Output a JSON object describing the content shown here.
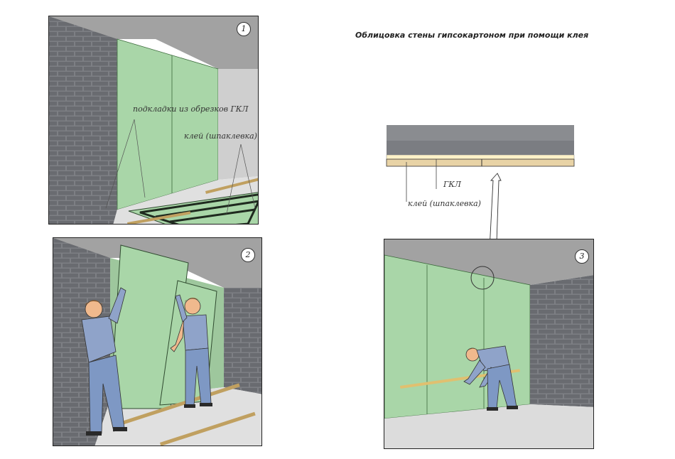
{
  "title": "Облицовка стены гипсокартоном при помощи клея",
  "steps": [
    {
      "number": "1",
      "labels": {
        "shims": "подкладки из обрезков ГКЛ",
        "glue": "клей (шпаклевка)"
      }
    },
    {
      "number": "2"
    },
    {
      "number": "3"
    }
  ],
  "detail": {
    "board_label": "ГКЛ",
    "glue_label": "клей (шпаклевка)"
  },
  "colors": {
    "brick": "#7d7f84",
    "mortar": "#c4c6c9",
    "board": "#a9d6a8",
    "ceiling": "#9a9a9a",
    "floor": "#d6d6d6",
    "shirt": "#8fa3c9",
    "skin": "#f0b98d"
  }
}
